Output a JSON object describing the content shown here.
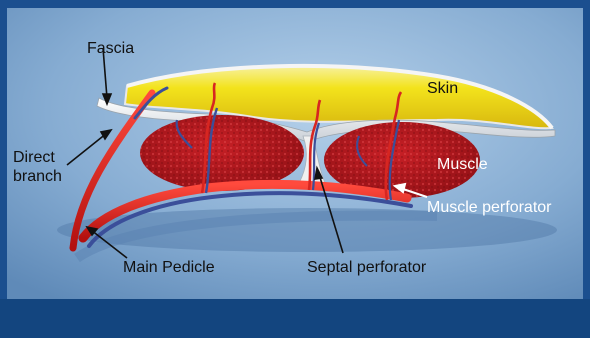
{
  "figure": {
    "labels": {
      "fascia": "Fascia",
      "skin": "Skin",
      "direct_branch_line1": "Direct",
      "direct_branch_line2": "branch",
      "muscle": "Muscle",
      "muscle_perforator": "Muscle perforator",
      "main_pedicle": "Main Pedicle",
      "septal_perforator": "Septal perforator"
    },
    "colors": {
      "frame": "#1b4f8f",
      "background": "#8fb6da",
      "skin": "#f2e21c",
      "muscle": "#b8171c",
      "artery": "#e0201e",
      "vein": "#3b4f9a",
      "fascia": "#f2f2f2"
    }
  }
}
